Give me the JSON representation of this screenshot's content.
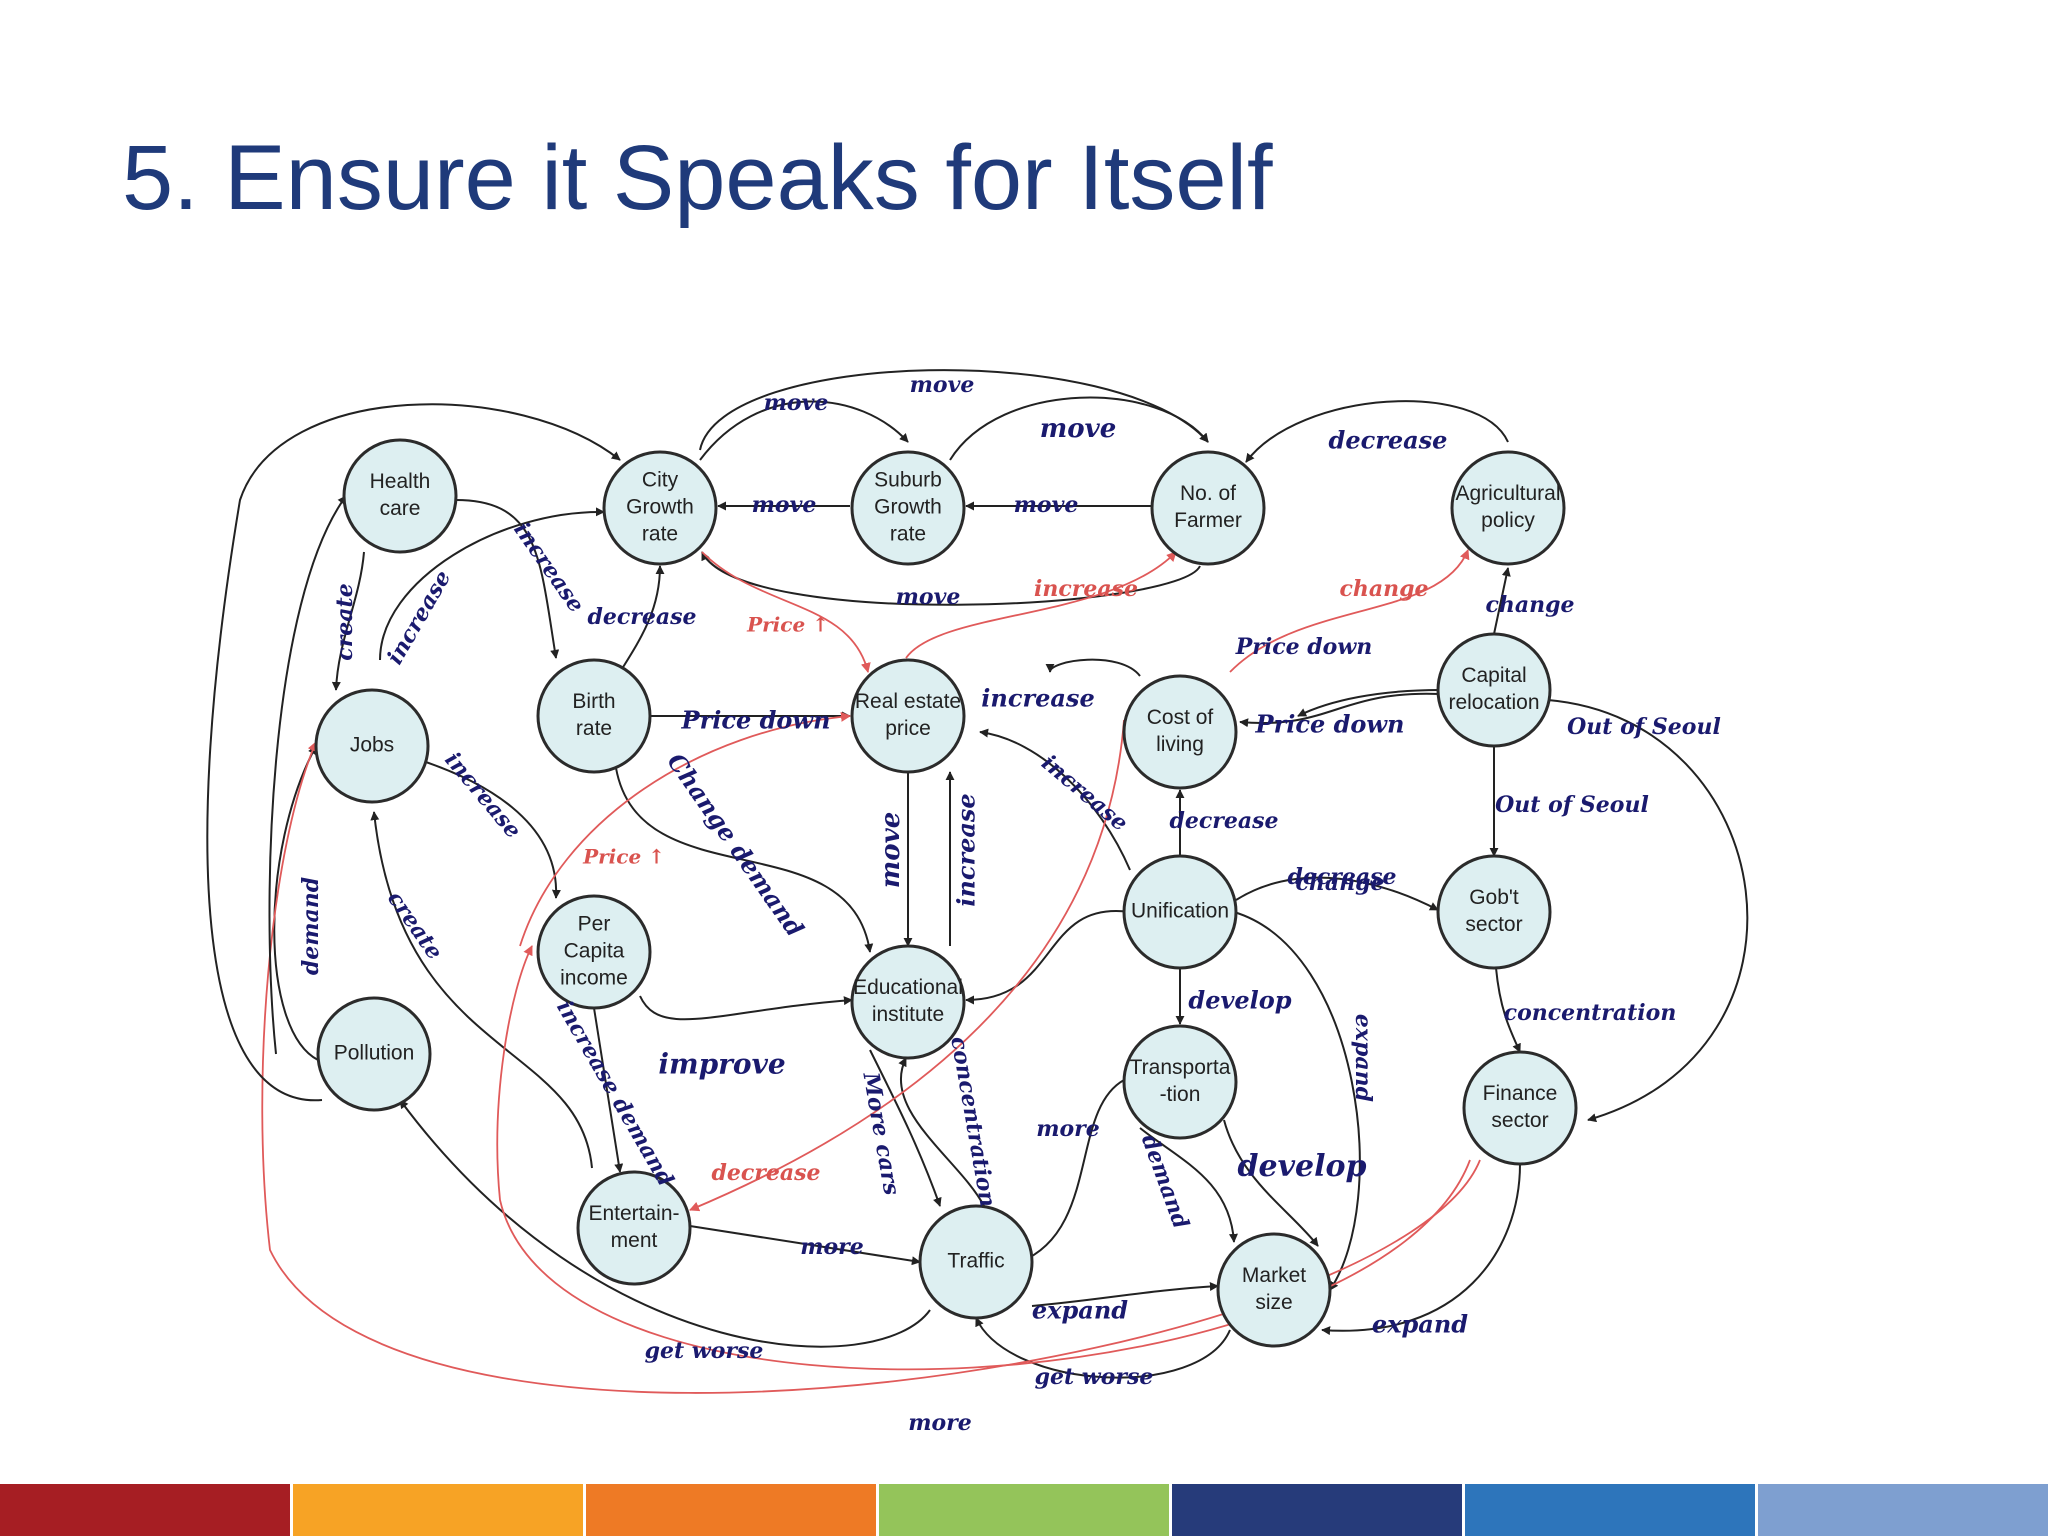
{
  "slide": {
    "title": "5. Ensure it Speaks for Itself"
  },
  "diagram": {
    "node_fill": "#DDEFF1",
    "node_stroke": "#2B2B2B",
    "edge_color": "#222222",
    "highlight_color": "#E05A5A",
    "label_color": "#1A1A6E",
    "highlight_label_color": "#D9534F",
    "nodes": [
      {
        "id": "health",
        "label": [
          "Health",
          "care"
        ]
      },
      {
        "id": "city",
        "label": [
          "City",
          "Growth",
          "rate"
        ]
      },
      {
        "id": "suburb",
        "label": [
          "Suburb",
          "Growth",
          "rate"
        ]
      },
      {
        "id": "farmer",
        "label": [
          "No. of",
          "Farmer"
        ]
      },
      {
        "id": "agri",
        "label": [
          "Agricultural",
          "policy"
        ]
      },
      {
        "id": "jobs",
        "label": [
          "Jobs"
        ]
      },
      {
        "id": "birth",
        "label": [
          "Birth",
          "rate"
        ]
      },
      {
        "id": "realestate",
        "label": [
          "Real estate",
          "price"
        ]
      },
      {
        "id": "cost",
        "label": [
          "Cost of",
          "living"
        ]
      },
      {
        "id": "capital",
        "label": [
          "Capital",
          "relocation"
        ]
      },
      {
        "id": "percapita",
        "label": [
          "Per",
          "Capita",
          "income"
        ]
      },
      {
        "id": "unification",
        "label": [
          "Unification"
        ]
      },
      {
        "id": "gov",
        "label": [
          "Gob't",
          "sector"
        ]
      },
      {
        "id": "educ",
        "label": [
          "Educational",
          "institute"
        ]
      },
      {
        "id": "pollution",
        "label": [
          "Pollution"
        ]
      },
      {
        "id": "transport",
        "label": [
          "Transporta",
          "-tion"
        ]
      },
      {
        "id": "finance",
        "label": [
          "Finance",
          "sector"
        ]
      },
      {
        "id": "entertain",
        "label": [
          "Entertain-",
          "ment"
        ]
      },
      {
        "id": "traffic",
        "label": [
          "Traffic"
        ]
      },
      {
        "id": "market",
        "label": [
          "Market",
          "size"
        ]
      }
    ],
    "edge_labels": [
      {
        "text": "move",
        "red": false
      },
      {
        "text": "move",
        "red": false
      },
      {
        "text": "move",
        "red": false
      },
      {
        "text": "move",
        "red": false
      },
      {
        "text": "move",
        "red": false
      },
      {
        "text": "move",
        "red": false
      },
      {
        "text": "decrease",
        "red": false
      },
      {
        "text": "increase",
        "red": true
      },
      {
        "text": "change",
        "red": true
      },
      {
        "text": "change",
        "red": false
      },
      {
        "text": "Price ↑",
        "red": true
      },
      {
        "text": "decrease",
        "red": false
      },
      {
        "text": "increase",
        "red": false
      },
      {
        "text": "increase",
        "red": false
      },
      {
        "text": "create",
        "red": false
      },
      {
        "text": "Price down",
        "red": false
      },
      {
        "text": "Price down",
        "red": false
      },
      {
        "text": "increase",
        "red": false
      },
      {
        "text": "Price down",
        "red": false
      },
      {
        "text": "Out of Seoul",
        "red": false
      },
      {
        "text": "decrease",
        "red": false
      },
      {
        "text": "increase",
        "red": false
      },
      {
        "text": "Change demand",
        "red": false
      },
      {
        "text": "Out of Seoul",
        "red": false
      },
      {
        "text": "move",
        "red": false
      },
      {
        "text": "increase",
        "red": false
      },
      {
        "text": "increase",
        "red": false
      },
      {
        "text": "decrease",
        "red": false
      },
      {
        "text": "Price ↑",
        "red": true
      },
      {
        "text": "change",
        "red": false
      },
      {
        "text": "create",
        "red": false
      },
      {
        "text": "demand",
        "red": false
      },
      {
        "text": "develop",
        "red": false
      },
      {
        "text": "concentration",
        "red": false
      },
      {
        "text": "improve",
        "red": false
      },
      {
        "text": "increase demand",
        "red": false
      },
      {
        "text": "More cars",
        "red": false
      },
      {
        "text": "concentration",
        "red": false
      },
      {
        "text": "expand",
        "red": false
      },
      {
        "text": "more",
        "red": false
      },
      {
        "text": "demand",
        "red": false
      },
      {
        "text": "develop",
        "red": false
      },
      {
        "text": "decrease",
        "red": true
      },
      {
        "text": "more",
        "red": false
      },
      {
        "text": "expand",
        "red": false
      },
      {
        "text": "expand",
        "red": false
      },
      {
        "text": "get worse",
        "red": false
      },
      {
        "text": "get worse",
        "red": false
      },
      {
        "text": "more",
        "red": false
      }
    ]
  },
  "bottom_bar": {
    "colors": [
      "#A61E23",
      "#F7A325",
      "#EE7A25",
      "#94C45A",
      "#263B7A",
      "#2D75BB",
      "#7E9FD0"
    ]
  }
}
